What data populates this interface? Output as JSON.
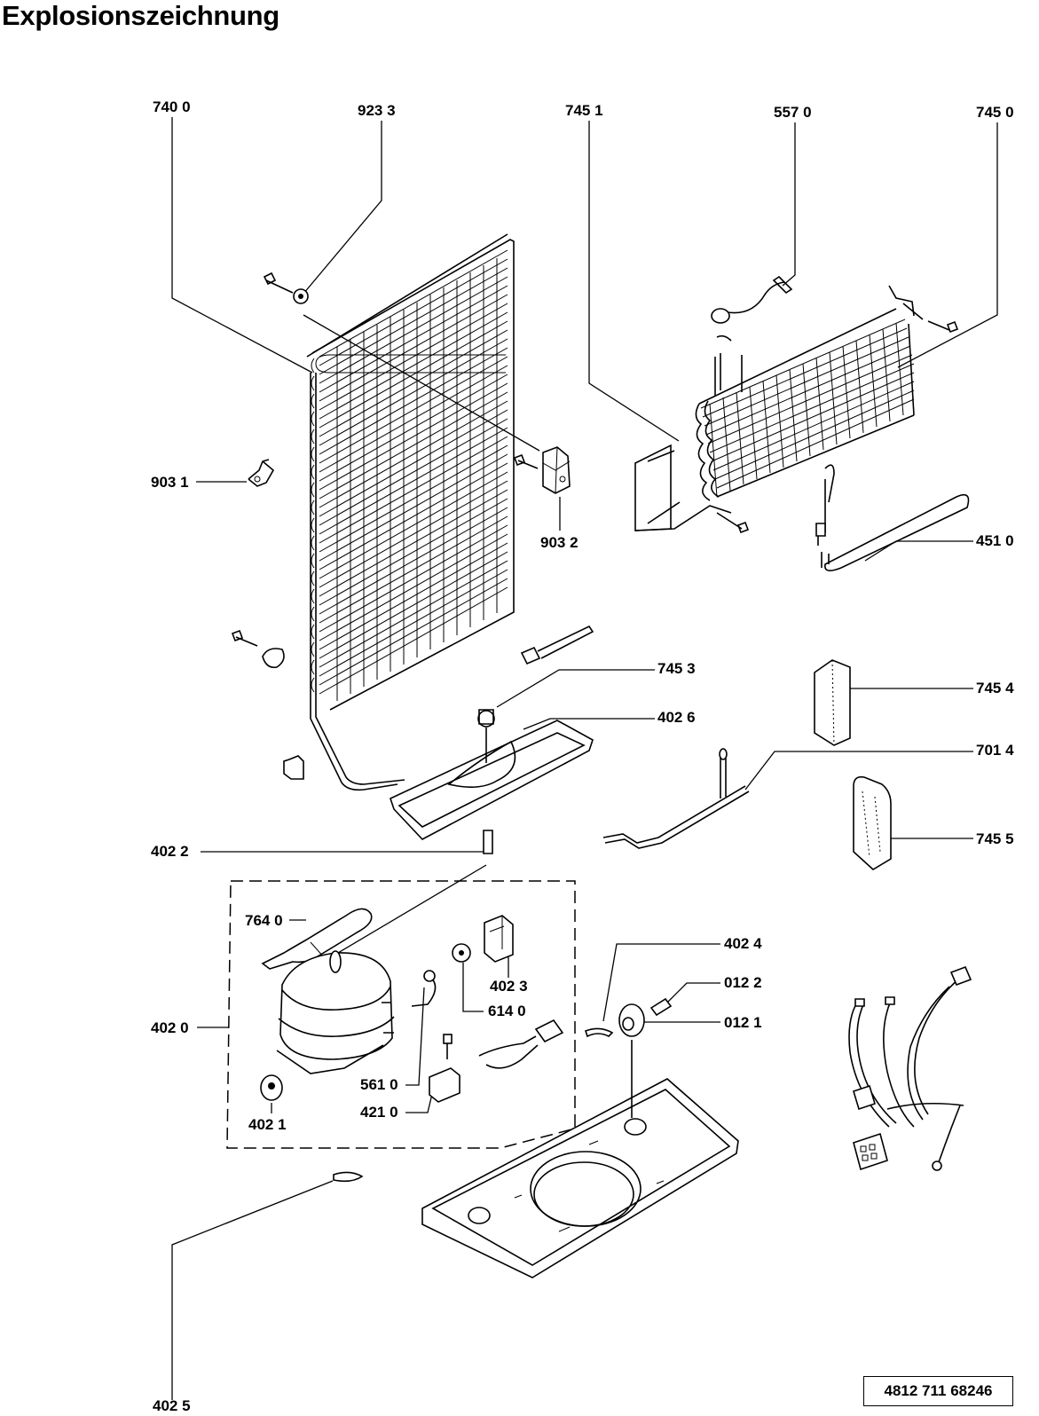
{
  "title": "Explosionszeichnung",
  "document_number": "4812  711  68246",
  "callouts": {
    "c7400": "740 0",
    "c9233": "923 3",
    "c7451": "745 1",
    "c5570": "557 0",
    "c7450": "745 0",
    "c9031": "903 1",
    "c9032": "903 2",
    "c4510": "451 0",
    "c7453": "745 3",
    "c4026": "402 6",
    "c7454": "745 4",
    "c7014": "701 4",
    "c7455": "745 5",
    "c4022": "402 2",
    "c7640": "764 0",
    "c4023": "402 3",
    "c6140": "614 0",
    "c4024": "402 4",
    "c0122": "012 2",
    "c0121": "012 1",
    "c4020": "402 0",
    "c5610": "561 0",
    "c4210": "421 0",
    "c4021": "402 1",
    "c4025": "402 5"
  }
}
